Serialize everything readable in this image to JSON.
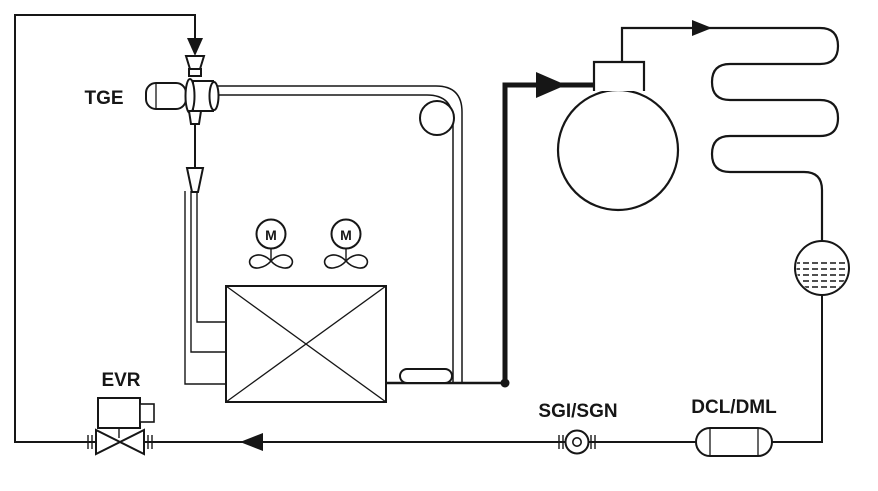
{
  "diagram": {
    "background_color": "#ffffff",
    "line_color": "#161616",
    "labels": {
      "expansion_valve": "TGE",
      "solenoid_valve": "EVR",
      "sight_glass": "SGI/SGN",
      "filter_drier": "DCL/DML",
      "fan_motor_left": "M",
      "fan_motor_right": "M"
    }
  }
}
